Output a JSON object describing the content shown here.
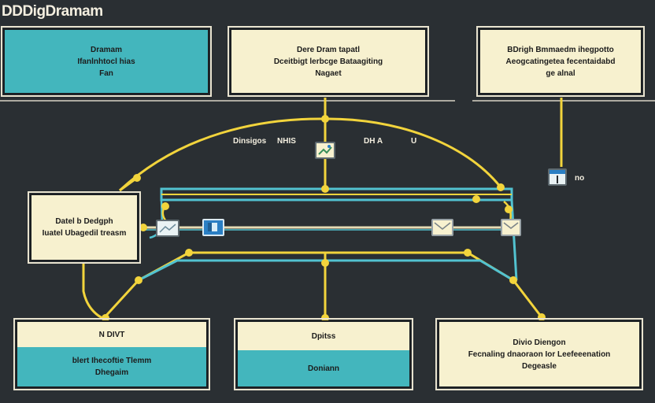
{
  "title": "DDDigDramam",
  "boxes": {
    "top_left": {
      "lines": [
        "Dramam",
        "Ifanlnhtocl hias",
        "Fan"
      ]
    },
    "top_center": {
      "lines": [
        "Dere Dram tapatl",
        "Dceitbigt lerbcge Bataagiting",
        "Nagaet"
      ]
    },
    "top_right": {
      "lines": [
        "BDrigh Bmmaedm ihegpotto",
        "Aeogcatingetea fecentaidabd",
        "ge alnal"
      ]
    },
    "mid_left": {
      "lines": [
        "Datel b Dedgph",
        "Iuatel Ubagedil treasm"
      ]
    },
    "bottom_left": {
      "top_lines": [
        "N DIVT"
      ],
      "bottom_lines": [
        "blert Ihecoftie Tlemm",
        "Dhegaim"
      ]
    },
    "bottom_center": {
      "top_lines": [
        "Dpitss"
      ],
      "bottom_lines": [
        "Doniann"
      ]
    },
    "bottom_right": {
      "lines": [
        "Divio Diengon",
        "Fecnaling dnaoraon Ior Leefeeenation",
        "Degeasle"
      ]
    }
  },
  "labels": {
    "diagram": "Dinsigos",
    "mid_code": "NHIS",
    "dha": "DH A",
    "u": "U",
    "no": "no"
  },
  "icons": {
    "image_top": "image-icon",
    "doc_left": "document-icon",
    "blue_file": "file-icon",
    "mail_center": "mail-icon",
    "mail_right": "mail-icon",
    "window_right": "window-icon"
  },
  "colors": {
    "background": "#2a2f33",
    "cream": "#f7f1cf",
    "teal": "#43b6bd",
    "connector_yellow": "#f2d43c",
    "connector_cyan": "#52c2d0"
  }
}
